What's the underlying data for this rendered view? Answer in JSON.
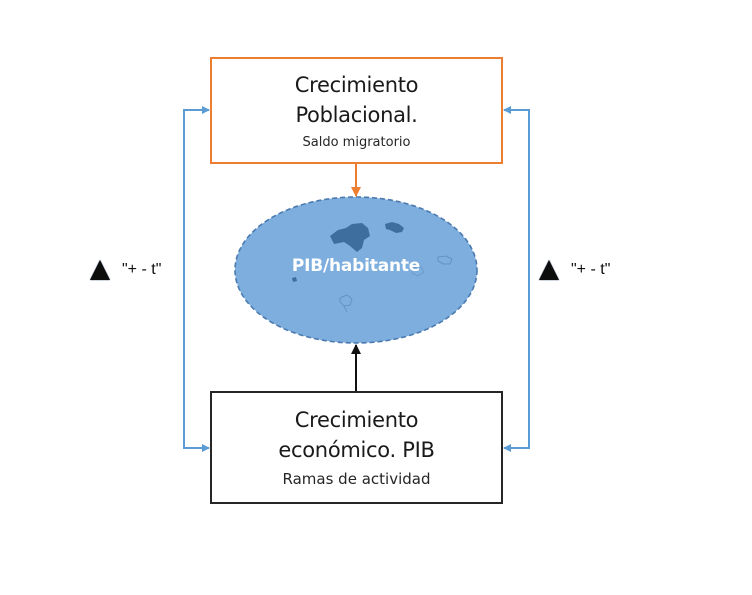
{
  "diagram": {
    "top_box": {
      "title_line1": "Crecimiento",
      "title_line2": "Poblacional.",
      "subtitle": "Saldo migratorio"
    },
    "center": {
      "label": "PIB/habitante",
      "background_icon": "balearic-islands-map-icon"
    },
    "bottom_box": {
      "title_line1": "Crecimiento",
      "title_line2": "económico. PIB",
      "subtitle": "Ramas de actividad"
    },
    "feedback_left": {
      "symbol": "triangle-up-icon",
      "label": "\"+ - t\""
    },
    "feedback_right": {
      "symbol": "triangle-up-icon",
      "label": "\"+ - t\""
    },
    "colors": {
      "top_border": "#ED7D31",
      "bottom_border": "#262626",
      "ellipse_fill": "#7EAEDD",
      "ellipse_border": "#4A7AB0",
      "connector_blue": "#5B9BD5",
      "island_fill": "#3E6E9E"
    }
  }
}
